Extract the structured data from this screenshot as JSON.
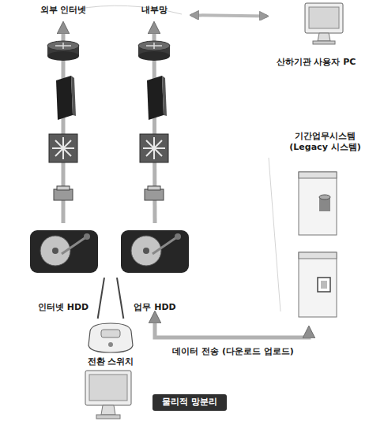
{
  "diagram": {
    "nodes": [
      {
        "text": [
          "외부 인터넷"
        ]
      },
      {
        "text": [
          "내부망"
        ]
      },
      {
        "text": [
          "산하기관 사용자 PC"
        ]
      },
      {
        "text": [
          "기간업무시스템 (Legacy 시스템)"
        ]
      },
      {
        "text": [
          "인터넷 HDD"
        ]
      },
      {
        "text": [
          "업무 HDD"
        ]
      },
      {
        "text": [
          "전환 스위치"
        ]
      },
      {
        "text": [
          "물리적 망분리"
        ]
      }
    ],
    "edges": [
      {
        "from": 4,
        "to": 0,
        "arrow": "to"
      },
      {
        "from": 5,
        "to": 1,
        "arrow": "to"
      },
      {
        "from": 1,
        "to": 2,
        "arrow": "both"
      },
      {
        "from": 6,
        "to": 4,
        "arrow": "none"
      },
      {
        "from": 6,
        "to": 5,
        "arrow": "none"
      },
      {
        "from": 5,
        "to": 3,
        "label": "데이터 전송 (다운로드 업로드)",
        "arrow": "both"
      }
    ]
  }
}
